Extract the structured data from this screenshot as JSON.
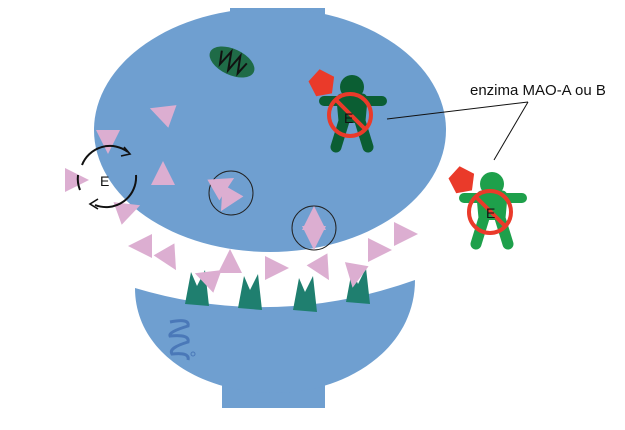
{
  "labels": {
    "enzyme_label": "enzima MAO-A ou B",
    "enzyme_letter_cycle": "E",
    "enzyme_letter_inner": "E",
    "enzyme_letter_outer": "E"
  },
  "colors": {
    "neuron": "#6f9fd0",
    "neurotransmitter": "#dcaed1",
    "receptor": "#1f7f6f",
    "enzyme_inside": "#0b5e33",
    "enzyme_outside": "#1ea04b",
    "inhibitor": "#ea3a2a",
    "mitochondrion": "#1f6b47"
  },
  "icons": [
    "mitochondrion-icon",
    "enzyme-figure-icon",
    "inhibitor-pentagon-icon",
    "prohibited-icon",
    "reuptake-cycle-icon",
    "vesicle-icon",
    "receptor-icon",
    "dna-helix-icon"
  ]
}
